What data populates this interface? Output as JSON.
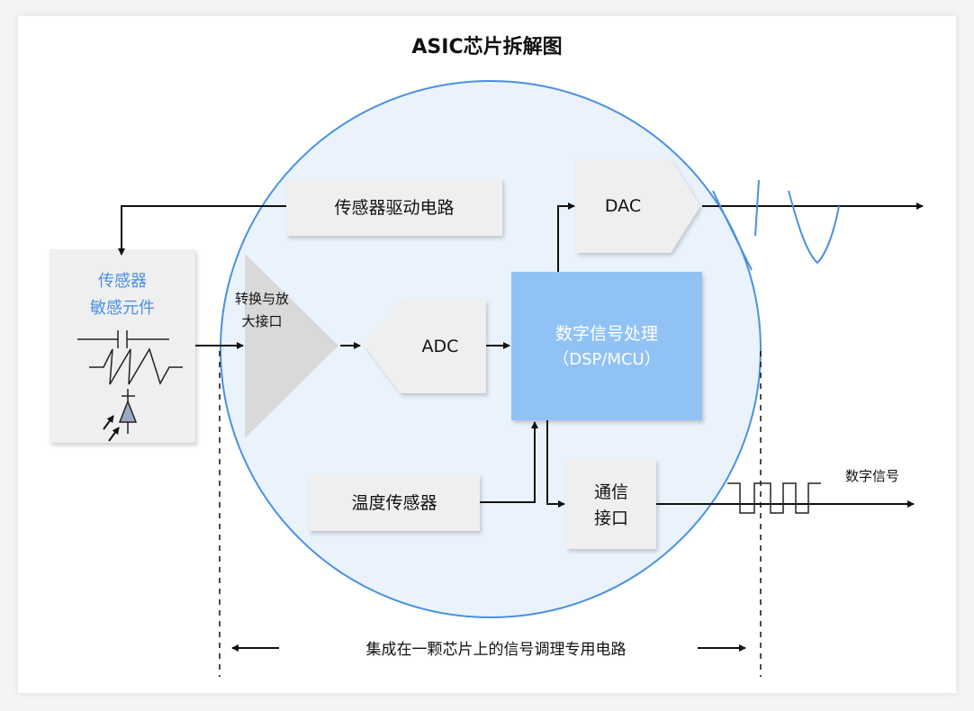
{
  "title": "ASIC芯片拆解图",
  "colors": {
    "circle_fill": "#eaf3fc",
    "circle_stroke": "#4a90e2",
    "dsp_fill": "#91c2f5",
    "box_fill": "#efefef",
    "sensor_text": "#4a90e2"
  },
  "blocks": {
    "sensor_driver": "传感器驱动电路",
    "sensor_line1": "传感器",
    "sensor_line2": "敏感元件",
    "amp_line1": "转换与放",
    "amp_line2": "大接口",
    "adc": "ADC",
    "dsp_line1": "数字信号处理",
    "dsp_line2": "（DSP/MCU）",
    "dac": "DAC",
    "temp_sensor": "温度传感器",
    "comm_line1": "通信",
    "comm_line2": "接口"
  },
  "labels": {
    "digital_signal": "数字信号",
    "footer": "集成在一颗芯片上的信号调理专用电路"
  }
}
